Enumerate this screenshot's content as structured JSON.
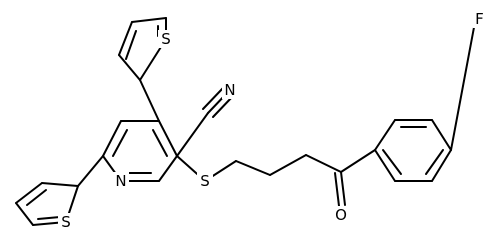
{
  "molecule": {
    "atoms": {
      "n_pyridine": "N",
      "s_thioether": "S",
      "s_thiophene_top": "S",
      "s_thiophene_bottom": "S",
      "n_nitrile": "N",
      "o_ketone": "O",
      "f_fluoro": "F"
    },
    "colors": {
      "bond": "#000000",
      "label": "#000000",
      "background": "#ffffff"
    }
  }
}
